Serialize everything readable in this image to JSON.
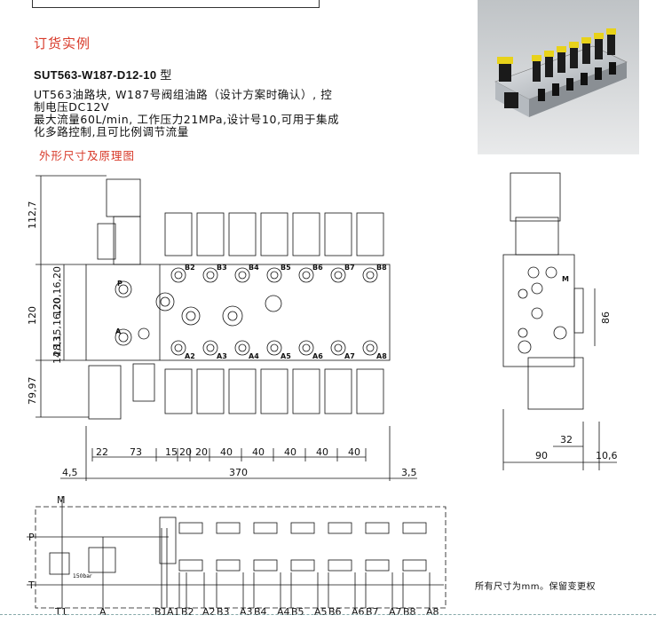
{
  "section_title": "订货实例",
  "model_code": "SUT563-W187-D12-10",
  "model_suffix": " 型",
  "description_line1": "UT563油路块, W187号阀组油路（设计方案时确认）, 控",
  "description_line2": "制电压DC12V",
  "description_line3": "最大流量60L/min, 工作压力21MPa,设计号10,可用于集成",
  "description_line4": "化多路控制,且可比例调节流量",
  "subsection_title": "外形尺寸及原理图",
  "note": "所有尺寸为mm。保留变更权",
  "dims": {
    "h1": "112,7",
    "h2": "120",
    "h3": "79,97",
    "v1": "120,16,20",
    "v2": "28,15,16,20",
    "v3": "14,13,",
    "w1": "22",
    "w2": "73",
    "w3": "15",
    "w4": "20",
    "w5": "20",
    "w6": "40",
    "w7": "40",
    "w8": "40",
    "w9": "40",
    "w10": "40",
    "left_off": "4,5",
    "total": "370",
    "right_off": "3,5",
    "side_h": "86",
    "side_w1": "32",
    "side_w2": "90",
    "side_w3": "10,6"
  },
  "front_ports": {
    "top": [
      "B2",
      "B3",
      "B4",
      "B5",
      "B6",
      "B7",
      "B8"
    ],
    "bottom": [
      "A2",
      "A3",
      "A4",
      "A5",
      "A6",
      "A7",
      "A8"
    ],
    "p": "P",
    "a": "A"
  },
  "side_ports": {
    "m": "M"
  },
  "schematic": {
    "m": "M",
    "p": "P",
    "t": "T",
    "t1": "T1",
    "a": "A",
    "pressure": "150bar",
    "bottom_labels": [
      "B1",
      "A1",
      "B2",
      "A2",
      "B3",
      "A3",
      "B4",
      "A4",
      "B5",
      "A5",
      "B6",
      "A6",
      "B7",
      "A7",
      "B8",
      "A8"
    ]
  }
}
